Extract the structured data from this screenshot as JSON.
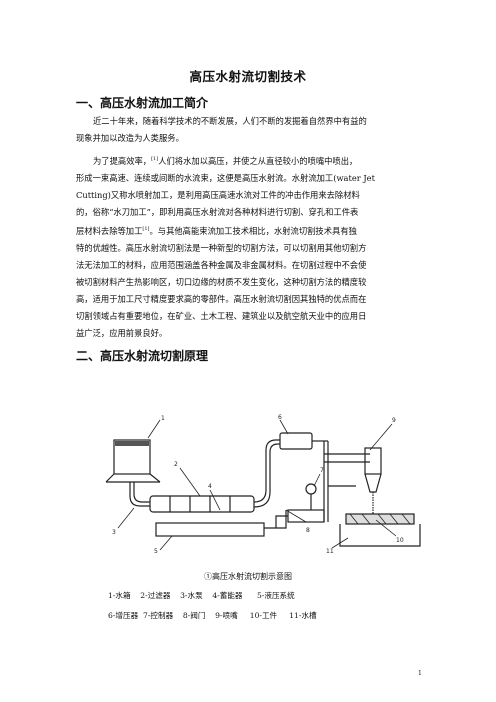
{
  "title": "高压水射流切割技术",
  "section1": {
    "heading": "一、高压水射流加工简介",
    "p1": [
      "近二十年来，随着科学技术的不断发展，人们不断的发掘着自然界中有益的",
      "现象并加以改造为人类服务。"
    ],
    "p2": {
      "line1_a": "为了提高效率，",
      "ref1": "[1]",
      "line1_b": "人们将水加以高压，并使之从直径较小的喷嘴中喷出，",
      "line2": "形成一束高速、连续或间断的水流束，这便是高压水射流。水射流加工(water Jet",
      "line3": "Cutting)又称水喷射加工，是利用高压高速水流对工件的冲击作用来去除材料",
      "line4": "的，俗称“水刀加工”，即利用高压水射流对各种材料进行切割、穿孔和工件表",
      "line5_a": "层材料去除等加工",
      "ref2": "[1]",
      "line5_b": "。与其他高能束流加工技术相比，水射流切割技术具有独",
      "rest": [
        "特的优越性。高压水射流切割法是一种新型的切割方法，可以切割用其他切割方",
        "法无法加工的材料，应用范围涵盖各种金属及非金属材料。在切割过程中不会使",
        "被切割材料产生热影响区，切口边缘的材质不发生变化，这种切割方法的精度较",
        "高，适用于加工尺寸精度要求高的零部件。高压水射流切割因其独特的优点而在",
        "切割领域占有重要地位，在矿业、土木工程、建筑业以及航空航天业中的应用日",
        "益广泛，应用前景良好。"
      ]
    }
  },
  "section2": {
    "heading": "二、高压水射流切割原理"
  },
  "figure": {
    "callouts": [
      "1",
      "2",
      "3",
      "4",
      "5",
      "6",
      "7",
      "8",
      "9",
      "10",
      "11"
    ],
    "caption": "①高压水射流切割示意图",
    "legend_line1": "1-水箱    2-过滤器    3-水泵    4-蓄能器      5-液压系统",
    "legend_line2": "6-增压器  7-控制器    8-阀门    9-喷嘴     10-工件     11-水槽"
  },
  "page_number": "1"
}
